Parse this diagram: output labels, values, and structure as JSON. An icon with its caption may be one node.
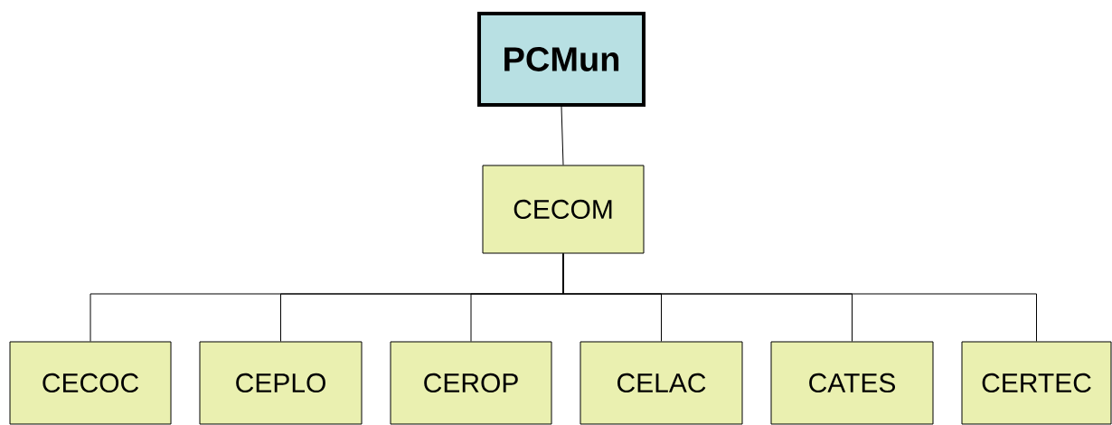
{
  "diagram": {
    "nodes": [
      {
        "text": [
          "PCMun"
        ]
      },
      {
        "text": [
          "CECOM"
        ]
      },
      {
        "text": [
          "CECOC"
        ]
      },
      {
        "text": [
          "CEPLO"
        ]
      },
      {
        "text": [
          "CEROP"
        ]
      },
      {
        "text": [
          "CELAC"
        ]
      },
      {
        "text": [
          "CATES"
        ]
      },
      {
        "text": [
          "CERTEC"
        ]
      }
    ],
    "edges": [
      {
        "from": 0,
        "to": 1,
        "arrow": "none"
      },
      {
        "from": 1,
        "to": 2,
        "arrow": "none"
      },
      {
        "from": 1,
        "to": 3,
        "arrow": "none"
      },
      {
        "from": 1,
        "to": 4,
        "arrow": "none"
      },
      {
        "from": 1,
        "to": 5,
        "arrow": "none"
      },
      {
        "from": 1,
        "to": 6,
        "arrow": "none"
      },
      {
        "from": 1,
        "to": 7,
        "arrow": "none"
      }
    ]
  }
}
